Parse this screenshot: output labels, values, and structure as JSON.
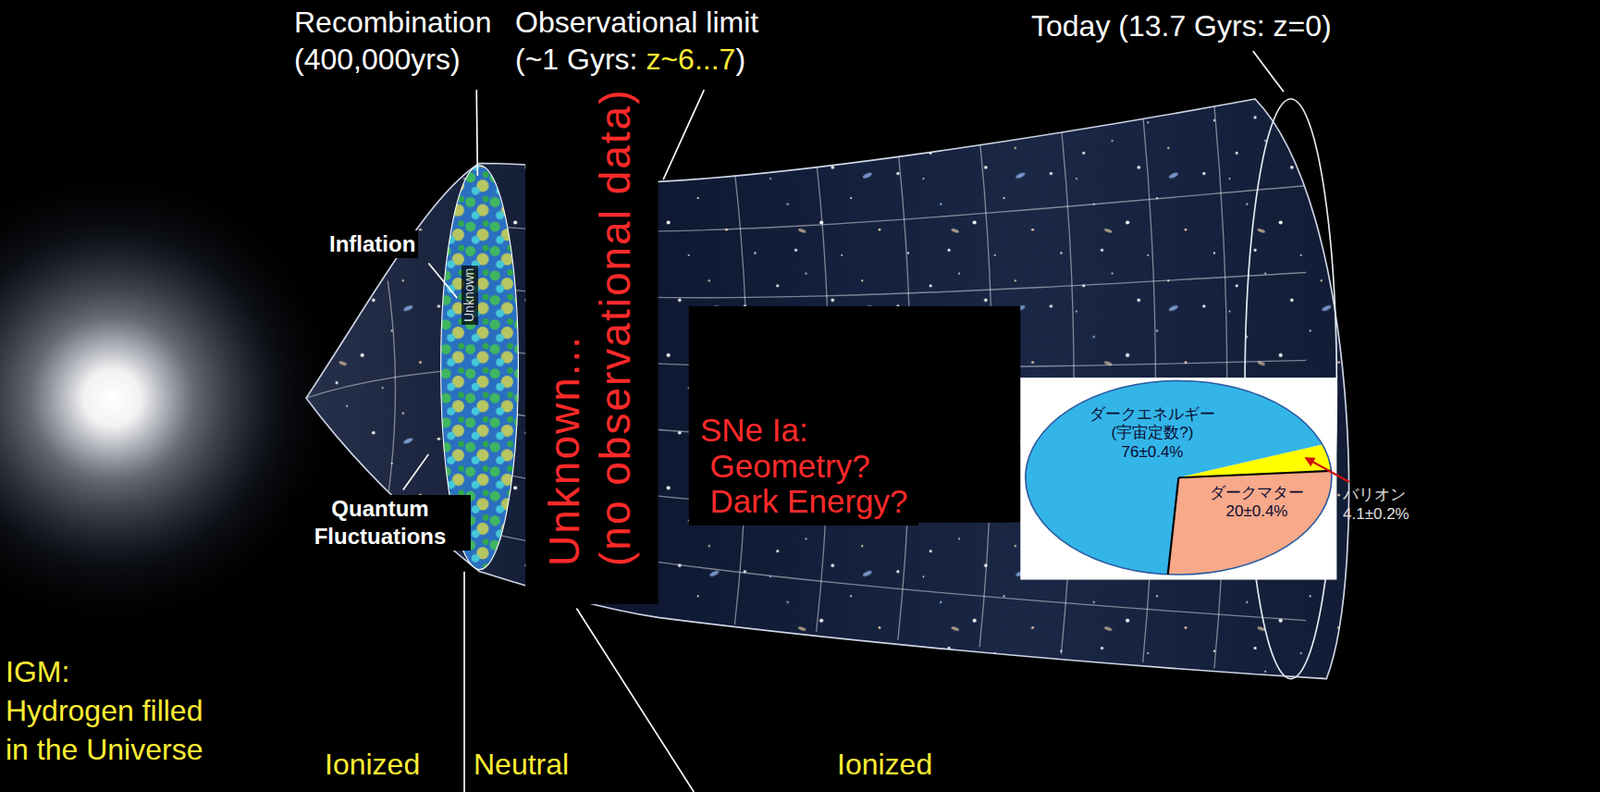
{
  "diagram": {
    "nodes": [
      {
        "text": [
          "SNe Ia:",
          "Geometry?",
          "Dark Energy?"
        ]
      },
      {
        "text": [
          "ダークエネルギー",
          "(宇宙定数?)",
          "76±0.4%"
        ]
      },
      {
        "text": [
          "ダークマター",
          "20±0.4%"
        ]
      }
    ],
    "labels": [
      "Recombination (400,000yrs)",
      "Observational limit",
      "(~1 Gyrs:",
      "z~6...7",
      ")",
      "Today (13.7 Gyrs: z=0)",
      "Inflation",
      "Unknown",
      "Quantum Fluctuations",
      "Unknown...",
      "(no observational data)",
      "バリオン",
      "4.1±0.2%",
      "IGM:",
      "Hydrogen filled in the Universe",
      "Ionized",
      "Neutral",
      "Ionized"
    ]
  }
}
